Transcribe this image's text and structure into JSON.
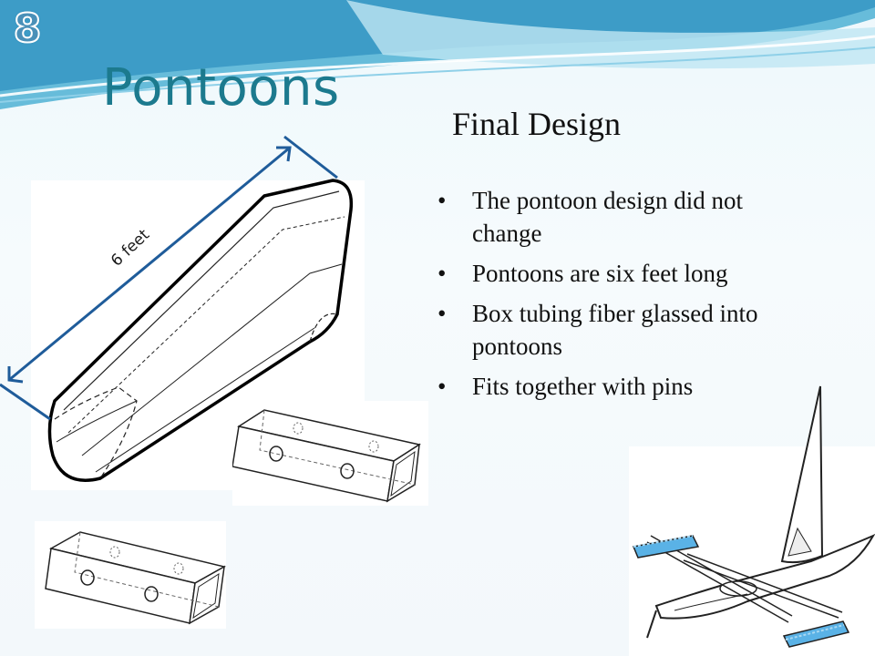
{
  "slide": {
    "number": "8",
    "title": "Pontoons",
    "subtitle": "Final Design",
    "bullets": [
      "The pontoon design did not change",
      "Pontoons are six feet long",
      "Box tubing fiber glassed into pontoons",
      "Fits together with pins"
    ],
    "bullet_glyph": "•"
  },
  "drawings": {
    "dimension_label": "6 feet"
  },
  "colors": {
    "title": "#1c7a8e",
    "dimension_arrow": "#1f5c9a",
    "pontoon_fill": "#5ab2e6"
  }
}
